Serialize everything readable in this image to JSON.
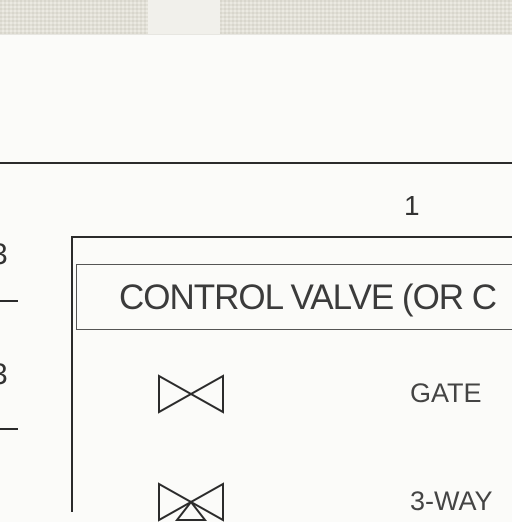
{
  "sheet": {
    "column_number": "1",
    "left_edge_marks": [
      "3",
      "3"
    ]
  },
  "table": {
    "title": "CONTROL VALVE (OR C",
    "rows": [
      {
        "symbol": "gate-valve-icon",
        "label": "GATE"
      },
      {
        "symbol": "three-way-valve-icon",
        "label": "3-WAY"
      }
    ]
  },
  "colors": {
    "ink": "#2b2b2b",
    "paper": "#fbfbf9"
  }
}
